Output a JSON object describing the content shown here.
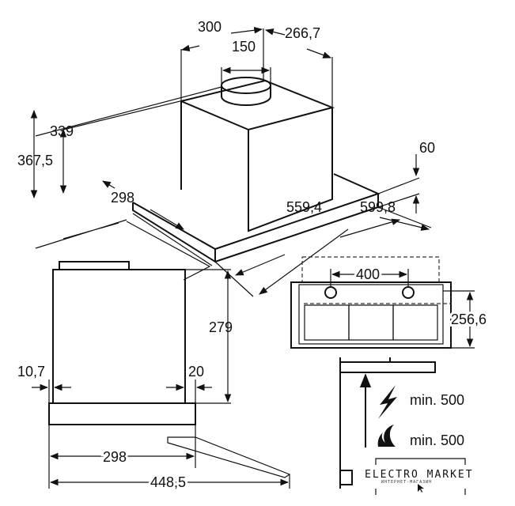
{
  "iso_view": {
    "dims": [
      "300",
      "150",
      "266,7",
      "339",
      "367,5",
      "60",
      "298",
      "559,4",
      "599,8"
    ]
  },
  "side_view": {
    "dims": [
      "279",
      "10,7",
      "20",
      "298",
      "448,5"
    ]
  },
  "front_view": {
    "dims": [
      "400",
      "256,6"
    ]
  },
  "clearance": {
    "electric": "min. 500",
    "gas": "min. 500"
  },
  "logo": {
    "name": "ELECTRO MARKET",
    "sub": "ИНТЕРНЕТ-МАГАЗИН"
  }
}
